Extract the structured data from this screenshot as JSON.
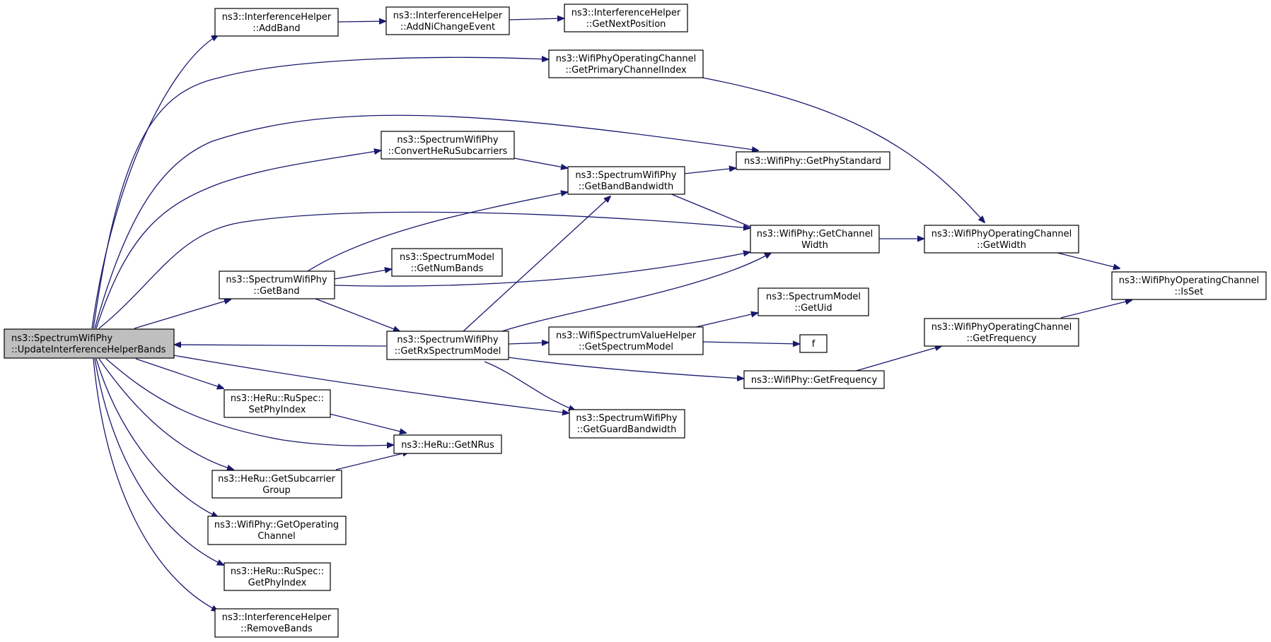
{
  "graph": {
    "nodes": [
      {
        "id": "root",
        "label": [
          "ns3::SpectrumWifiPhy",
          "::UpdateInterferenceHelperBands"
        ]
      },
      {
        "id": "ih_addband",
        "label": [
          "ns3::InterferenceHelper",
          "::AddBand"
        ]
      },
      {
        "id": "ih_addnichange",
        "label": [
          "ns3::InterferenceHelper",
          "::AddNiChangeEvent"
        ]
      },
      {
        "id": "ih_getnextpos",
        "label": [
          "ns3::InterferenceHelper",
          "::GetNextPosition"
        ]
      },
      {
        "id": "woc_primary",
        "label": [
          "ns3::WifiPhyOperatingChannel",
          "::GetPrimaryChannelIndex"
        ]
      },
      {
        "id": "swp_convert",
        "label": [
          "ns3::SpectrumWifiPhy",
          "::ConvertHeRuSubcarriers"
        ]
      },
      {
        "id": "wp_phystd",
        "label": [
          "ns3::WifiPhy::GetPhyStandard"
        ]
      },
      {
        "id": "swp_bandbw",
        "label": [
          "ns3::SpectrumWifiPhy",
          "::GetBandBandwidth"
        ]
      },
      {
        "id": "wp_chwidth",
        "label": [
          "ns3::WifiPhy::GetChannel",
          "Width"
        ]
      },
      {
        "id": "woc_getwidth",
        "label": [
          "ns3::WifiPhyOperatingChannel",
          "::GetWidth"
        ]
      },
      {
        "id": "woc_isset",
        "label": [
          "ns3::WifiPhyOperatingChannel",
          "::IsSet"
        ]
      },
      {
        "id": "sm_numbands",
        "label": [
          "ns3::SpectrumModel",
          "::GetNumBands"
        ]
      },
      {
        "id": "swp_getband",
        "label": [
          "ns3::SpectrumWifiPhy",
          "::GetBand"
        ]
      },
      {
        "id": "sm_uid",
        "label": [
          "ns3::SpectrumModel",
          "::GetUid"
        ]
      },
      {
        "id": "swvh_specmodel",
        "label": [
          "ns3::WifiSpectrumValueHelper",
          "::GetSpectrumModel"
        ]
      },
      {
        "id": "f",
        "label": [
          "f"
        ]
      },
      {
        "id": "woc_freq",
        "label": [
          "ns3::WifiPhyOperatingChannel",
          "::GetFrequency"
        ]
      },
      {
        "id": "swp_rxspec",
        "label": [
          "ns3::SpectrumWifiPhy",
          "::GetRxSpectrumModel"
        ]
      },
      {
        "id": "wp_freq",
        "label": [
          "ns3::WifiPhy::GetFrequency"
        ]
      },
      {
        "id": "heru_setphy",
        "label": [
          "ns3::HeRu::RuSpec::",
          "SetPhyIndex"
        ]
      },
      {
        "id": "swp_guardbw",
        "label": [
          "ns3::SpectrumWifiPhy",
          "::GetGuardBandwidth"
        ]
      },
      {
        "id": "heru_getnrus",
        "label": [
          "ns3::HeRu::GetNRus"
        ]
      },
      {
        "id": "heru_subgroup",
        "label": [
          "ns3::HeRu::GetSubcarrier",
          "Group"
        ]
      },
      {
        "id": "wp_opchan",
        "label": [
          "ns3::WifiPhy::GetOperating",
          "Channel"
        ]
      },
      {
        "id": "heru_getphy",
        "label": [
          "ns3::HeRu::RuSpec::",
          "GetPhyIndex"
        ]
      },
      {
        "id": "ih_removebands",
        "label": [
          "ns3::InterferenceHelper",
          "::RemoveBands"
        ]
      }
    ],
    "edges": [
      [
        "root",
        "ih_addband"
      ],
      [
        "ih_addband",
        "ih_addnichange"
      ],
      [
        "ih_addnichange",
        "ih_getnextpos"
      ],
      [
        "root",
        "woc_primary"
      ],
      [
        "woc_primary",
        "woc_getwidth"
      ],
      [
        "root",
        "wp_phystd"
      ],
      [
        "root",
        "swp_convert"
      ],
      [
        "swp_convert",
        "swp_bandbw"
      ],
      [
        "swp_bandbw",
        "wp_phystd"
      ],
      [
        "swp_bandbw",
        "wp_chwidth"
      ],
      [
        "root",
        "wp_chwidth"
      ],
      [
        "wp_chwidth",
        "woc_getwidth"
      ],
      [
        "woc_getwidth",
        "woc_isset"
      ],
      [
        "root",
        "swp_getband"
      ],
      [
        "swp_getband",
        "swp_bandbw"
      ],
      [
        "swp_getband",
        "sm_numbands"
      ],
      [
        "swp_getband",
        "wp_chwidth"
      ],
      [
        "swp_getband",
        "swp_rxspec"
      ],
      [
        "swp_rxspec",
        "root"
      ],
      [
        "swp_rxspec",
        "swp_bandbw"
      ],
      [
        "swp_rxspec",
        "wp_chwidth"
      ],
      [
        "swp_rxspec",
        "swvh_specmodel"
      ],
      [
        "swvh_specmodel",
        "sm_uid"
      ],
      [
        "swvh_specmodel",
        "f"
      ],
      [
        "swp_rxspec",
        "wp_freq"
      ],
      [
        "wp_freq",
        "woc_freq"
      ],
      [
        "woc_freq",
        "woc_isset"
      ],
      [
        "swp_rxspec",
        "swp_guardbw"
      ],
      [
        "root",
        "swp_guardbw"
      ],
      [
        "root",
        "heru_setphy"
      ],
      [
        "heru_setphy",
        "heru_getnrus"
      ],
      [
        "root",
        "heru_getnrus"
      ],
      [
        "root",
        "heru_subgroup"
      ],
      [
        "heru_subgroup",
        "heru_getnrus"
      ],
      [
        "root",
        "wp_opchan"
      ],
      [
        "root",
        "heru_getphy"
      ],
      [
        "root",
        "ih_removebands"
      ]
    ]
  }
}
